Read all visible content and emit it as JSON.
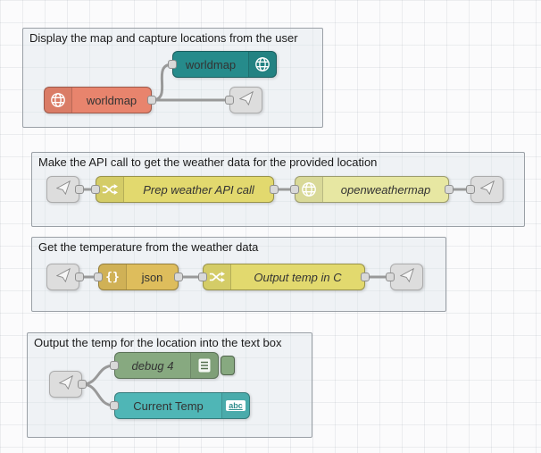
{
  "colors": {
    "wire": "#999999",
    "group_border": "#9aa0a6",
    "worldmap_teal": "#268b8b",
    "worldmap_orange": "#e8846d",
    "change_yellow": "#e2d96e",
    "openweathermap_pale": "#e7e7a2",
    "json_gold": "#debd5c",
    "debug_green": "#87a980",
    "ui_text_teal": "#4fb6b6",
    "link_gray": "#dddddd"
  },
  "groups": [
    {
      "title": "Display the map and capture locations from the user",
      "nodes": [
        {
          "label": "worldmap",
          "type": "worldmap",
          "icon": "globe-icon",
          "color": "#268b8b"
        },
        {
          "label": "worldmap",
          "type": "worldmap in",
          "icon": "globe-icon",
          "color": "#e8846d"
        },
        {
          "label": "",
          "type": "link out",
          "icon": "paper-plane-icon",
          "color": "#dddddd"
        }
      ]
    },
    {
      "title": "Make the API call to get the weather data for the provided location",
      "nodes": [
        {
          "label": "",
          "type": "link in",
          "icon": "paper-plane-icon",
          "color": "#dddddd"
        },
        {
          "label": "Prep weather API call",
          "type": "change",
          "icon": "shuffle-icon",
          "color": "#e2d96e"
        },
        {
          "label": "openweathermap",
          "type": "openweathermap",
          "icon": "globe-icon",
          "color": "#e7e7a2"
        },
        {
          "label": "",
          "type": "link out",
          "icon": "paper-plane-icon",
          "color": "#dddddd"
        }
      ]
    },
    {
      "title": "Get the temperature from the weather data",
      "nodes": [
        {
          "label": "",
          "type": "link in",
          "icon": "paper-plane-icon",
          "color": "#dddddd"
        },
        {
          "label": "json",
          "type": "json",
          "icon": "braces-icon",
          "icon_text": "{}",
          "color": "#debd5c"
        },
        {
          "label": "Output temp in C",
          "type": "change",
          "icon": "shuffle-icon",
          "color": "#e2d96e"
        },
        {
          "label": "",
          "type": "link out",
          "icon": "paper-plane-icon",
          "color": "#dddddd"
        }
      ]
    },
    {
      "title": "Output the temp for the location into the text box",
      "nodes": [
        {
          "label": "",
          "type": "link in",
          "icon": "paper-plane-icon",
          "color": "#dddddd"
        },
        {
          "label": "debug 4",
          "type": "debug",
          "icon": "console-list-icon",
          "color": "#87a980"
        },
        {
          "label": "Current Temp",
          "type": "ui text",
          "icon": "abc-icon",
          "icon_text": "abc",
          "color": "#4fb6b6"
        }
      ]
    }
  ]
}
